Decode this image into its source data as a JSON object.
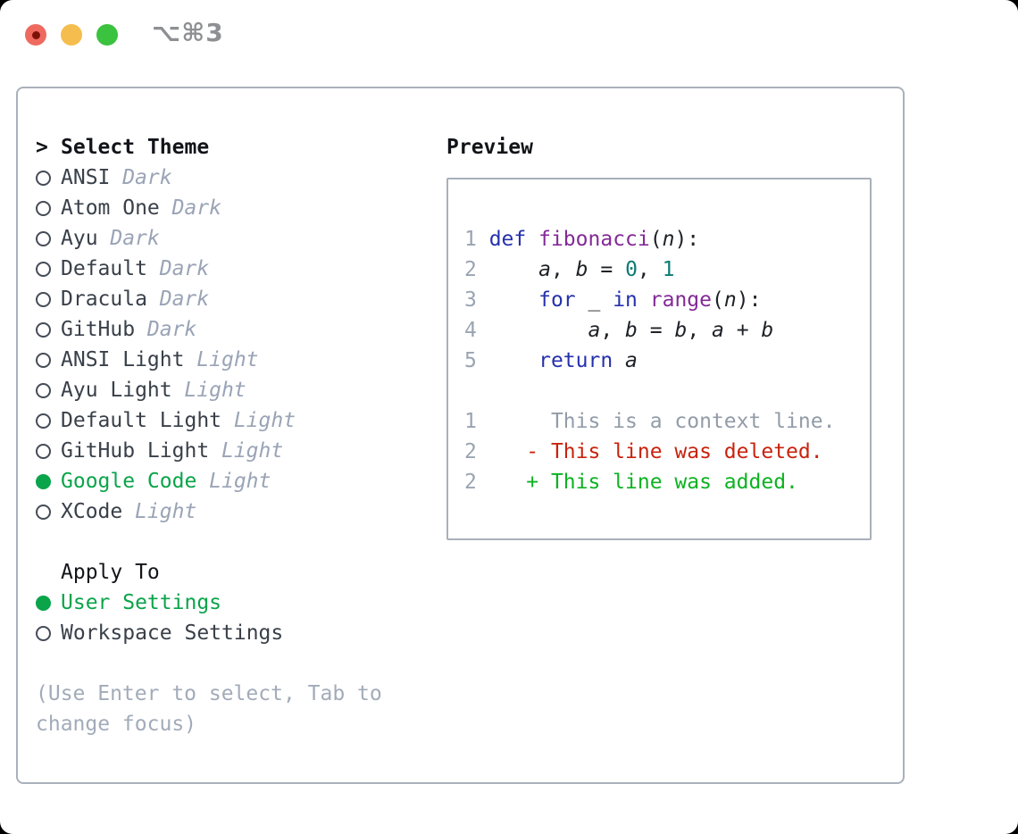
{
  "window": {
    "title": "⌥⌘3",
    "traffic_lights": {
      "red": "#ee6a5f",
      "red_inner_dot": "#7e100a",
      "yellow": "#f5bd4e",
      "green": "#3bc23f"
    }
  },
  "colors": {
    "keyword": "#2531ac",
    "function": "#832a97",
    "literal": "#0c7b74",
    "code_plain": "#1e2126",
    "line_number": "#9aa4b2",
    "context": "#929ca8",
    "deleted": "#c8230d",
    "added": "#0db221",
    "item_name": "#394049",
    "item_tag": "#9aa4b6",
    "hint": "#a2abb9",
    "selected": "#0aa44a",
    "header_text": "#121419",
    "box_border": "#a9b1ba",
    "title_text": "#8e9094"
  },
  "theme_panel": {
    "header": {
      "prefix": ">",
      "label": "Select Theme"
    },
    "items": [
      {
        "name": "ANSI",
        "tag": "Dark",
        "selected": false
      },
      {
        "name": "Atom One",
        "tag": "Dark",
        "selected": false
      },
      {
        "name": "Ayu",
        "tag": "Dark",
        "selected": false
      },
      {
        "name": "Default",
        "tag": "Dark",
        "selected": false
      },
      {
        "name": "Dracula",
        "tag": "Dark",
        "selected": false
      },
      {
        "name": "GitHub",
        "tag": "Dark",
        "selected": false
      },
      {
        "name": "ANSI Light",
        "tag": "Light",
        "selected": false
      },
      {
        "name": "Ayu Light",
        "tag": "Light",
        "selected": false
      },
      {
        "name": "Default Light",
        "tag": "Light",
        "selected": false
      },
      {
        "name": "GitHub Light",
        "tag": "Light",
        "selected": false
      },
      {
        "name": "Google Code",
        "tag": "Light",
        "selected": true
      },
      {
        "name": "XCode",
        "tag": "Light",
        "selected": false
      }
    ],
    "apply_to": {
      "header": "Apply To",
      "options": [
        {
          "name": "User Settings",
          "selected": true
        },
        {
          "name": "Workspace Settings",
          "selected": false
        }
      ]
    },
    "hint": "(Use Enter to select, Tab to change focus)"
  },
  "preview_panel": {
    "header": "Preview",
    "code_lines": [
      {
        "num": "1",
        "tokens": [
          {
            "t": "def",
            "c": "kw"
          },
          {
            "t": " ",
            "c": ""
          },
          {
            "t": "fibonacci",
            "c": "fn"
          },
          {
            "t": "(",
            "c": ""
          },
          {
            "t": "n",
            "c": "var"
          },
          {
            "t": "):",
            "c": ""
          }
        ]
      },
      {
        "num": "2",
        "tokens": [
          {
            "t": "    ",
            "c": ""
          },
          {
            "t": "a",
            "c": "var"
          },
          {
            "t": ", ",
            "c": ""
          },
          {
            "t": "b",
            "c": "var"
          },
          {
            "t": " = ",
            "c": ""
          },
          {
            "t": "0",
            "c": "lit"
          },
          {
            "t": ", ",
            "c": ""
          },
          {
            "t": "1",
            "c": "lit"
          }
        ]
      },
      {
        "num": "3",
        "tokens": [
          {
            "t": "    ",
            "c": ""
          },
          {
            "t": "for",
            "c": "kw"
          },
          {
            "t": " _ ",
            "c": ""
          },
          {
            "t": "in",
            "c": "kw"
          },
          {
            "t": " ",
            "c": ""
          },
          {
            "t": "range",
            "c": "fn"
          },
          {
            "t": "(",
            "c": ""
          },
          {
            "t": "n",
            "c": "var"
          },
          {
            "t": "):",
            "c": ""
          }
        ]
      },
      {
        "num": "4",
        "tokens": [
          {
            "t": "        ",
            "c": ""
          },
          {
            "t": "a",
            "c": "var"
          },
          {
            "t": ", ",
            "c": ""
          },
          {
            "t": "b",
            "c": "var"
          },
          {
            "t": " = ",
            "c": ""
          },
          {
            "t": "b",
            "c": "var"
          },
          {
            "t": ", ",
            "c": ""
          },
          {
            "t": "a",
            "c": "var"
          },
          {
            "t": " + ",
            "c": ""
          },
          {
            "t": "b",
            "c": "var"
          }
        ]
      },
      {
        "num": "5",
        "tokens": [
          {
            "t": "    ",
            "c": ""
          },
          {
            "t": "return",
            "c": "kw"
          },
          {
            "t": " ",
            "c": ""
          },
          {
            "t": "a",
            "c": "var"
          }
        ]
      }
    ],
    "diff_lines": [
      {
        "num": "1",
        "kind": "context",
        "text": "     This is a context line."
      },
      {
        "num": "2",
        "kind": "deleted",
        "text": "   - This line was deleted."
      },
      {
        "num": "2",
        "kind": "added",
        "text": "   + This line was added."
      }
    ]
  }
}
